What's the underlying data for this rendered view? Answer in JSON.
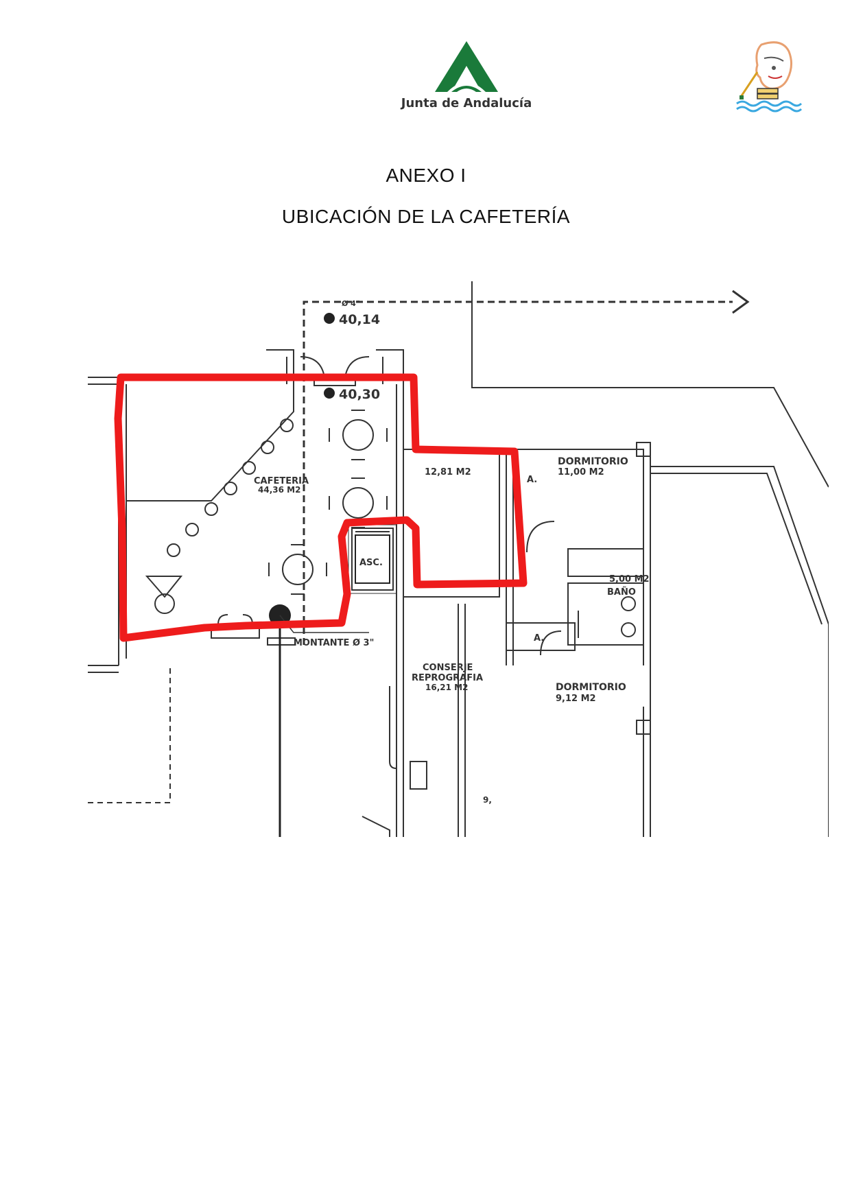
{
  "header": {
    "org_name": "Junta de Andalucía",
    "org_logo_icon": "junta-andalucia-logo-icon",
    "school_logo_icon": "school-crest-icon",
    "brand_color": "#1a7a3a"
  },
  "document": {
    "annex": "ANEXO I",
    "title": "UBICACIÓN DE LA CAFETERÍA"
  },
  "plan": {
    "pipe_label": "Ø 4\"",
    "level_top": "40,14",
    "level_cafeteria": "40,30",
    "cafeteria_name": "CAFETERIA",
    "cafeteria_area": "44,36 M2",
    "room_area_unnamed": "12,81 M2",
    "dormitorio_1_name": "DORMITORIO",
    "dormitorio_1_area": "11,00 M2",
    "elevator": "ASC.",
    "bano_area": "5,00 M2",
    "bano_name": "BAÑO",
    "cabinet_a1": "A.",
    "cabinet_a2": "A.",
    "montante": "MONTANTE  Ø  3\"",
    "conserje_name": "CONSERJE",
    "reprografia_name": "REPROGRAFIA",
    "conserje_area": "16,21 M2",
    "dormitorio_2_name": "DORMITORIO",
    "dormitorio_2_area": "9,12 M2",
    "partial_label": "9,",
    "highlight_color": "#ee1c1c"
  }
}
